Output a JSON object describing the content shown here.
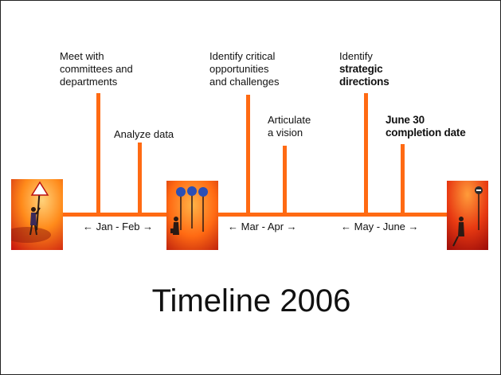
{
  "events": [
    {
      "id": "meet",
      "text": "Meet with\ncommittees and\ndepartments"
    },
    {
      "id": "analyze",
      "text": "Analyze data"
    },
    {
      "id": "critical",
      "text": "Identify critical\nopportunities\nand challenges"
    },
    {
      "id": "vision",
      "text": "Articulate\na vision"
    },
    {
      "id": "strategic_prefix",
      "text": "Identify"
    },
    {
      "id": "strategic",
      "text": "strategic\ndirections"
    },
    {
      "id": "june",
      "text": "June 30\ncompletion date"
    }
  ],
  "ranges": [
    "← Jan - Feb →",
    "← Mar - Apr →",
    "← May - June →"
  ],
  "title": "Timeline 2006",
  "colors": {
    "timeline": "#ff6a13",
    "photo_red": "#c8160f",
    "photo_orange": "#ff8a1a"
  },
  "images": [
    "person-with-warning-sign-photo",
    "person-with-signposts-photo",
    "person-with-no-entry-sign-photo"
  ]
}
